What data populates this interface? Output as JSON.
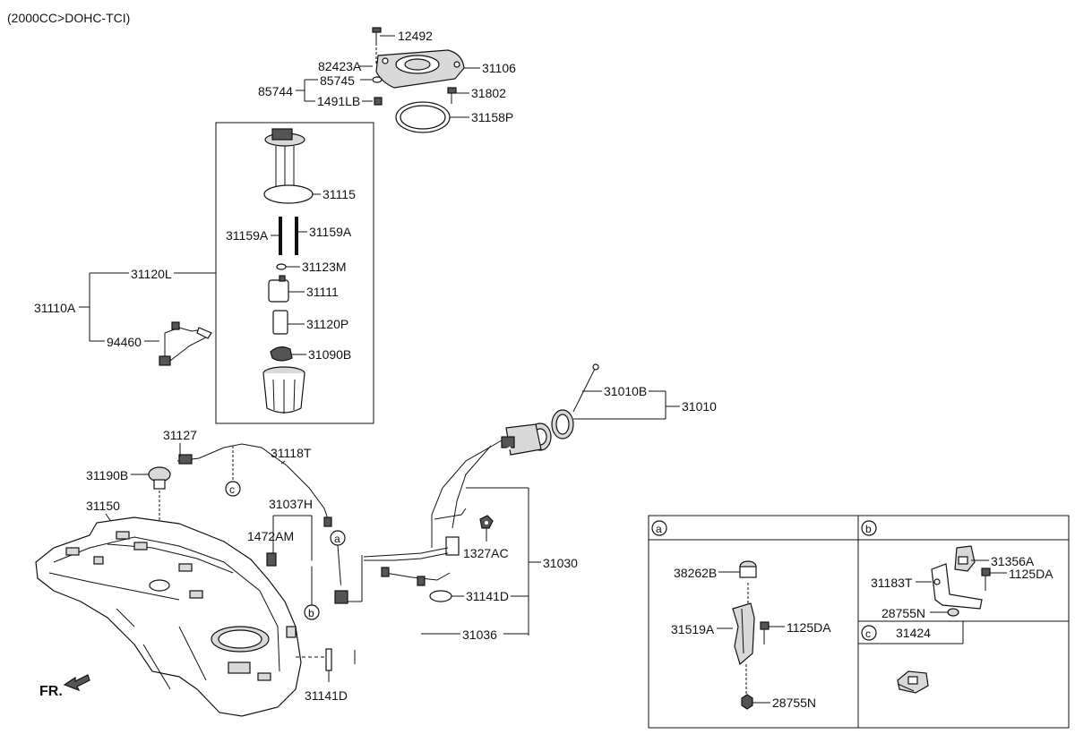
{
  "header": {
    "engine_note": "(2000CC>DOHC-TCI)"
  },
  "front_marker": "FR.",
  "callouts": {
    "a": "a",
    "b": "b",
    "c": "c"
  },
  "labels": {
    "p12492": "12492",
    "p82423A": "82423A",
    "p31106": "31106",
    "p85745": "85745",
    "p85744": "85744",
    "p31802": "31802",
    "p1491LB": "1491LB",
    "p31158P": "31158P",
    "p31115": "31115",
    "p31159A_left": "31159A",
    "p31159A_right": "31159A",
    "p31120L": "31120L",
    "p31123M": "31123M",
    "p31110A": "31110A",
    "p31111": "31111",
    "p31120P": "31120P",
    "p94460": "94460",
    "p31090B": "31090B",
    "p31010B": "31010B",
    "p31010": "31010",
    "p31127": "31127",
    "p31118T": "31118T",
    "p31190B": "31190B",
    "p31037H": "31037H",
    "p31150": "31150",
    "p1472AM": "1472AM",
    "p1327AC": "1327AC",
    "p31030": "31030",
    "p31141D_mid": "31141D",
    "p31036": "31036",
    "p31141D_bottom": "31141D",
    "p38262B": "38262B",
    "p31519A": "31519A",
    "p1125DA_a": "1125DA",
    "p28755N_a": "28755N",
    "p31356A": "31356A",
    "p31183T": "31183T",
    "p1125DA_b": "1125DA",
    "p28755N_b": "28755N",
    "p31424": "31424"
  }
}
